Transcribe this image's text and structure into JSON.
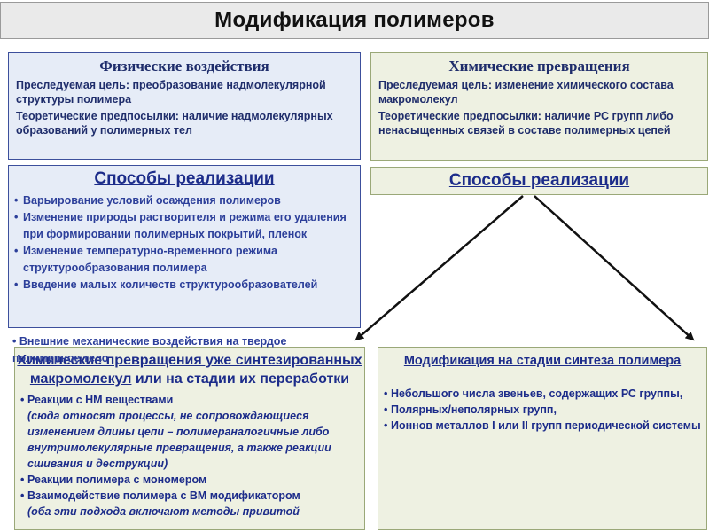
{
  "title": "Модификация  полимеров",
  "physical": {
    "heading": "Физические воздействия",
    "goal_label": "Преследуемая цель",
    "goal_text": ": преобразование надмолекулярной структуры полимера",
    "premise_label": "Теоретические предпосылки",
    "premise_text": ": наличие надмолекулярных образований у полимерных тел"
  },
  "chemical": {
    "heading": "Химические превращения",
    "goal_label": "Преследуемая цель",
    "goal_text": ": изменение  химического состава макромолекул",
    "premise_label": "Теоретические предпосылки",
    "premise_text": ": наличие РС групп либо ненасыщенных связей в составе полимерных цепей"
  },
  "methods_left": {
    "heading": "Способы реализации",
    "items": [
      "Варьирование условий осаждения полимеров",
      "Изменение природы растворителя и режима его удаления при формировании полимерных покрытий, пленок",
      "Изменение температурно-временного режима структурообразования полимера",
      "Введение малых количеств структурообразователей"
    ],
    "overflow_item": "Внешние механические воздействия на твердое полимерное тело"
  },
  "methods_right": {
    "heading": "Способы реализации"
  },
  "post_synthesis": {
    "heading_underlined": "Химические превращения уже синтезированных макромолекул",
    "heading_rest": " или на стадии их переработки",
    "items": [
      {
        "text": "Реакции с НМ веществами",
        "note": false
      },
      {
        "text": "(сюда относят процессы, не сопровождающиеся изменением длины цепи – полимераналогичные либо внутримолекулярные превращения, а также реакции сшивания и деструкции)",
        "note": true
      },
      {
        "text": "Реакции полимера с мономером",
        "note": false
      },
      {
        "text": "Взаимодействие полимера с ВМ модификатором",
        "note": false
      },
      {
        "text": "(оба эти подхода включают методы привитой",
        "note": true
      }
    ]
  },
  "synthesis": {
    "heading": "Модификация на стадии синтеза полимера",
    "items": [
      "Небольшого числа звеньев, содержащих РС группы,",
      "Полярных/неполярных групп,",
      "Ионнов металлов I или II групп периодической системы"
    ]
  },
  "colors": {
    "accent_blue": "#1c2c8a",
    "blue_fill": "#e6ecf7",
    "green_fill": "#eef1e2",
    "arrow": "#111111"
  }
}
